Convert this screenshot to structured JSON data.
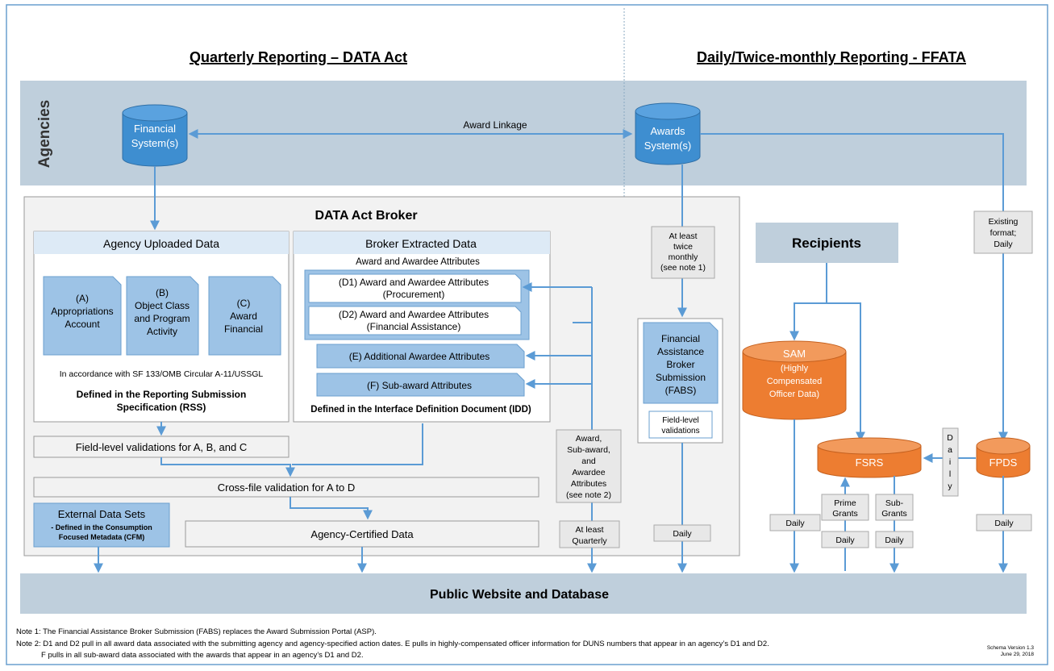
{
  "headings": {
    "left": "Quarterly Reporting – DATA Act",
    "right": "Daily/Twice-monthly Reporting - FFATA"
  },
  "agencies_label": "Agencies",
  "financial_system": [
    "Financial",
    "System(s)"
  ],
  "awards_system": [
    "Awards",
    "System(s)"
  ],
  "award_linkage": "Award Linkage",
  "broker_title": "DATA Act Broker",
  "agency_uploaded": {
    "title": "Agency Uploaded Data",
    "a": [
      "(A)",
      "Appropriations",
      "Account"
    ],
    "b": [
      "(B)",
      "Object Class",
      "and Program",
      "Activity"
    ],
    "c": [
      "(C)",
      "Award",
      "Financial"
    ],
    "accordance": "In accordance with SF 133/OMB Circular A-11/USSGL",
    "defined": [
      "Defined in the Reporting Submission",
      "Specification (RSS)"
    ]
  },
  "broker_extracted": {
    "title": "Broker Extracted Data",
    "subtitle": "Award and Awardee Attributes",
    "d1": [
      "(D1) Award and Awardee Attributes",
      "(Procurement)"
    ],
    "d2": [
      "(D2) Award and Awardee Attributes",
      "(Financial Assistance)"
    ],
    "e": "(E)  Additional Awardee Attributes",
    "f": "(F) Sub-award Attributes",
    "defined": "Defined in the Interface Definition Document (IDD)"
  },
  "field_level_abc": "Field-level validations for A, B, and C",
  "cross_file": "Cross-file validation for A to D",
  "external": {
    "title": "External Data Sets",
    "sub": [
      "- Defined in the Consumption",
      "Focused Metadata (CFM)"
    ]
  },
  "agency_certified": "Agency-Certified Data",
  "award_subaward": [
    "Award,",
    "Sub-award,",
    "and",
    "Awardee",
    "Attributes",
    "(see note 2)"
  ],
  "at_least_quarterly": [
    "At least",
    "Quarterly"
  ],
  "at_least_twice": [
    "At least",
    "twice",
    "monthly",
    "(see note 1)"
  ],
  "fabs": [
    "Financial",
    "Assistance",
    "Broker",
    "Submission",
    "(FABS)"
  ],
  "fabs_field": [
    "Field-level",
    "validations"
  ],
  "daily": "Daily",
  "recipients": "Recipients",
  "sam": [
    "SAM",
    "(Highly",
    "Compensated",
    "Officer Data)"
  ],
  "existing_format": [
    "Existing",
    "format;",
    "Daily"
  ],
  "fsrs": "FSRS",
  "fpds": "FPDS",
  "daily_vertical": [
    "D",
    "a",
    "i",
    "l",
    "y"
  ],
  "prime_grants": [
    "Prime",
    "Grants"
  ],
  "sub_grants": [
    "Sub-",
    "Grants"
  ],
  "public_website": "Public Website and Database",
  "notes": [
    "Note 1: The Financial Assistance Broker Submission (FABS) replaces the Award Submission Portal (ASP).",
    "Note 2: D1 and D2 pull in all award data associated with the submitting agency and agency-specified action dates. E pulls in highly-compensated officer information for DUNS numbers that appear in an agency’s D1 and D2.",
    "F pulls in all sub-award data associated with the awards that appear in an agency’s D1 and D2."
  ],
  "schema_version": [
    "Schema Version 1.3",
    "June 29, 2018"
  ],
  "colors": {
    "band": "#bfcfdc",
    "blue_box": "#9dc3e6",
    "blue_dark": "#2e75b6",
    "cylinder_blue": "#3e8ed0",
    "orange": "#ed7d31",
    "gray_box": "#e8e8e8",
    "arrow": "#5b9bd5"
  }
}
